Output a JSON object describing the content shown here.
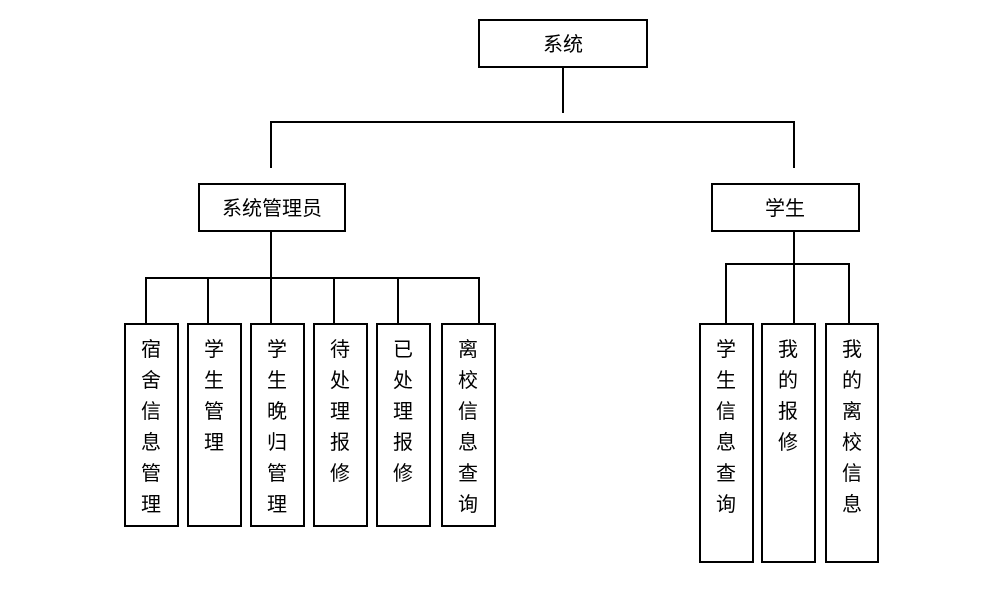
{
  "root": {
    "label": "系统"
  },
  "admin": {
    "label": "系统管理员",
    "modules": [
      {
        "label": "宿舍信息管理"
      },
      {
        "label": "学生管理"
      },
      {
        "label": "学生晚归管理"
      },
      {
        "label": "待处理报修"
      },
      {
        "label": "已处理报修"
      },
      {
        "label": "离校信息查询"
      }
    ]
  },
  "student": {
    "label": "学生",
    "modules": [
      {
        "label": "学生信息查询"
      },
      {
        "label": "我的报修"
      },
      {
        "label": "我的离校信息"
      }
    ]
  }
}
